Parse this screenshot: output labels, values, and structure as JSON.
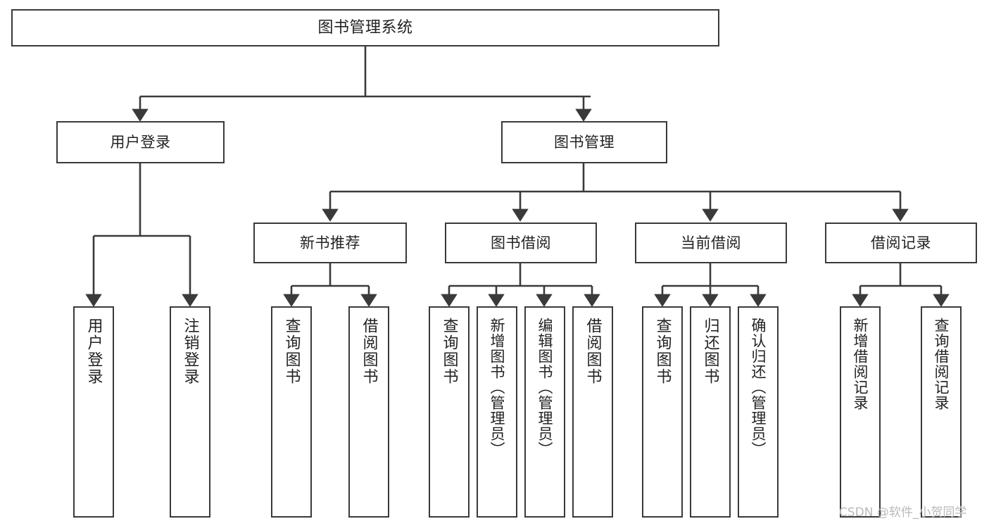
{
  "diagram": {
    "title": "图书管理系统",
    "watermark": "CSDN @软件_小贺同学",
    "colors": {
      "stroke": "#3a3a3a",
      "fill": "#ffffff",
      "text": "#222222",
      "watermark": "#b9b9b9"
    },
    "root": {
      "label": "图书管理系统"
    },
    "level2": [
      {
        "label": "用户登录"
      },
      {
        "label": "图书管理"
      }
    ],
    "level3": [
      {
        "label": "新书推荐"
      },
      {
        "label": "图书借阅"
      },
      {
        "label": "当前借阅"
      },
      {
        "label": "借阅记录"
      }
    ],
    "leaves": {
      "user_login": [
        {
          "label": "用户登录"
        },
        {
          "label": "注销登录"
        }
      ],
      "new_book": [
        {
          "label": "查询图书"
        },
        {
          "label": "借阅图书"
        }
      ],
      "book_borrow": [
        {
          "label": "查询图书"
        },
        {
          "label": "新增图书（管理员）"
        },
        {
          "label": "编辑图书（管理员）"
        },
        {
          "label": "借阅图书"
        }
      ],
      "current_borrow": [
        {
          "label": "查询图书"
        },
        {
          "label": "归还图书"
        },
        {
          "label": "确认归还（管理员）"
        }
      ],
      "borrow_record": [
        {
          "label": "新增借阅记录"
        },
        {
          "label": "查询借阅记录"
        }
      ]
    }
  }
}
